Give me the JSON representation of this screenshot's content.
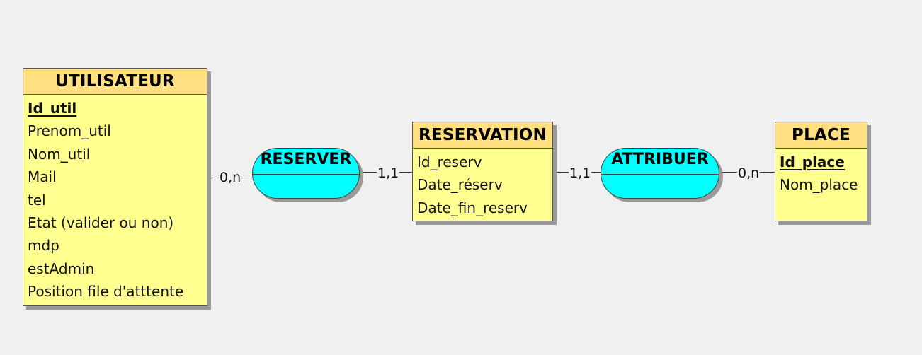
{
  "entities": {
    "utilisateur": {
      "name": "UTILISATEUR",
      "attributes": [
        "Id_util",
        "Prenom_util",
        "Nom_util",
        "Mail",
        "tel",
        "Etat  (valider ou non)",
        "mdp",
        "estAdmin",
        "Position file d'atttente"
      ]
    },
    "reservation": {
      "name": "RESERVATION",
      "attributes": [
        "Id_reserv",
        "Date_réserv",
        "Date_fin_reserv"
      ]
    },
    "place": {
      "name": "PLACE",
      "attributes": [
        "Id_place",
        "Nom_place"
      ]
    }
  },
  "associations": {
    "reserver": {
      "name": "RESERVER"
    },
    "attribuer": {
      "name": "ATTRIBUER"
    }
  },
  "cardinalities": {
    "utilisateur_reserver": "0,n",
    "reserver_reservation": "1,1",
    "reservation_attribuer": "1,1",
    "attribuer_place": "0,n"
  },
  "colors": {
    "entity_header": "#ffdf80",
    "entity_body": "#ffff8f",
    "association": "#00ffff",
    "background": "#f0f0f0"
  }
}
